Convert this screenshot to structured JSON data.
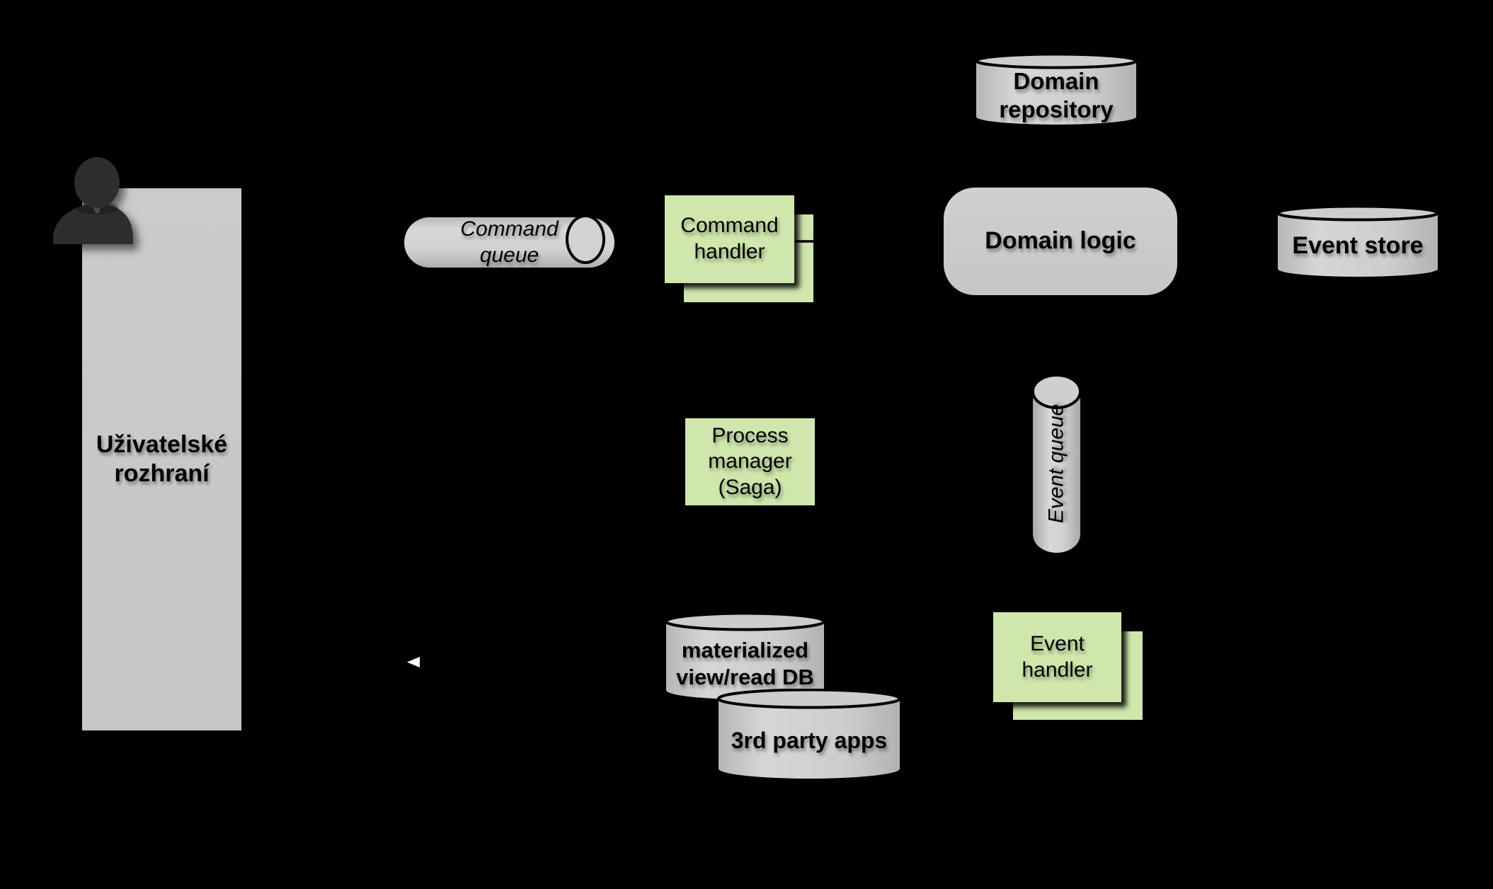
{
  "diagram": {
    "background": "#000000",
    "colors": {
      "node_gray": "#c9c9c9",
      "node_green": "#cfe7ad",
      "outline": "#000000",
      "arrowhead_white": "#ffffff",
      "person_icon": "#2e2e2e"
    },
    "nodes": {
      "user_interface": {
        "label": "Uživatelské rozhraní",
        "shape": "rectangle",
        "color": "gray"
      },
      "command_queue": {
        "label": "Command queue",
        "shape": "horizontal-cylinder",
        "color": "gray"
      },
      "command_handler": {
        "label": "Command handler",
        "shape": "stacked-notes",
        "color": "green"
      },
      "domain_repository": {
        "label": "Domain repository",
        "shape": "database-cylinder",
        "color": "gray"
      },
      "domain_logic": {
        "label": "Domain logic",
        "shape": "rounded-rectangle",
        "color": "gray"
      },
      "event_store": {
        "label": "Event store",
        "shape": "database-cylinder",
        "color": "gray"
      },
      "event_queue": {
        "label": "Event queue",
        "shape": "vertical-cylinder",
        "color": "gray"
      },
      "process_manager": {
        "label": "Process manager (Saga)",
        "shape": "rectangle",
        "color": "green"
      },
      "materialized_view": {
        "label": "materialized view/read DB",
        "shape": "database-cylinder",
        "color": "gray"
      },
      "third_party_apps": {
        "label": "3rd party apps",
        "shape": "database-cylinder",
        "color": "gray"
      },
      "event_handler": {
        "label": "Event handler",
        "shape": "stacked-notes",
        "color": "green"
      }
    },
    "arrows": [
      {
        "from": "user_interface",
        "to": "command_queue"
      },
      {
        "from": "command_queue",
        "to": "command_handler"
      },
      {
        "from": "command_handler",
        "to": "domain_logic"
      },
      {
        "from": "domain_repository",
        "to": "domain_logic"
      },
      {
        "from": "domain_logic",
        "to": "event_store"
      },
      {
        "from": "domain_logic",
        "to": "event_queue"
      },
      {
        "from": "event_queue",
        "to": "process_manager"
      },
      {
        "from": "process_manager",
        "to": "command_handler"
      },
      {
        "from": "event_queue",
        "to": "event_handler"
      },
      {
        "from": "event_handler",
        "to": "materialized_view"
      },
      {
        "from": "materialized_view",
        "to": "user_interface",
        "arrowhead": "white"
      }
    ]
  }
}
